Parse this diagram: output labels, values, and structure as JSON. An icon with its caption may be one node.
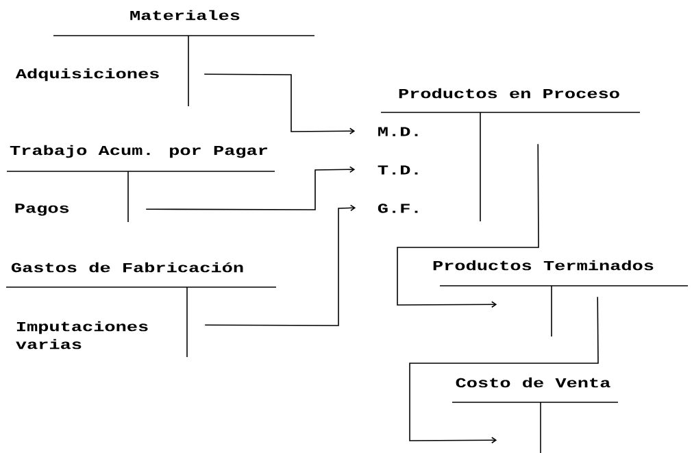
{
  "diagram": {
    "nodes": [
      {
        "text": [
          "Materiales",
          "Adquisiciones"
        ]
      },
      {
        "text": [
          "Trabajo Acum. por Pagar",
          "Pagos"
        ]
      },
      {
        "text": [
          "Gastos de Fabricación",
          "Imputaciones varias"
        ]
      },
      {
        "text": [
          "Productos en Proceso",
          "M.D.",
          "T.D.",
          "G.F."
        ]
      },
      {
        "text": [
          "Productos Terminados"
        ]
      },
      {
        "text": [
          "Costo de Venta"
        ]
      }
    ],
    "edges": [
      {
        "from": 0,
        "to": 3,
        "arrow": "to"
      },
      {
        "from": 1,
        "to": 3,
        "arrow": "to"
      },
      {
        "from": 2,
        "to": 3,
        "arrow": "to"
      },
      {
        "from": 3,
        "to": 4,
        "arrow": "to"
      },
      {
        "from": 4,
        "to": 5,
        "arrow": "to"
      }
    ]
  }
}
